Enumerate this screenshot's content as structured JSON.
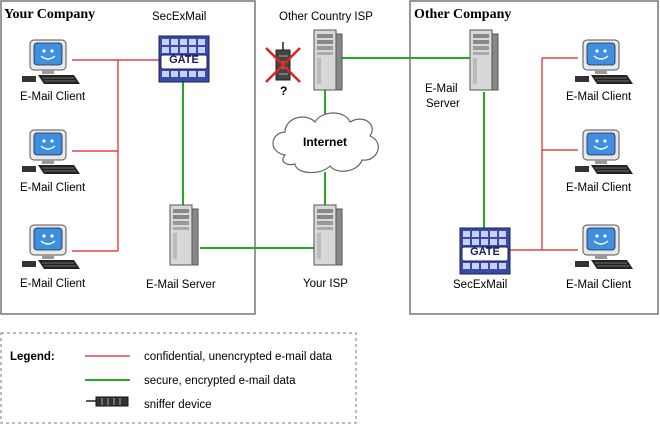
{
  "your_company": {
    "title": "Your Company",
    "clients": [
      "E-Mail Client",
      "E-Mail Client",
      "E-Mail Client"
    ],
    "gateway_label": "SecExMail",
    "server_label": "E-Mail Server"
  },
  "isp": {
    "other_country_label": "Other Country ISP",
    "unknown_mark": "?",
    "internet_label": "Internet",
    "your_isp_label": "Your ISP"
  },
  "other_company": {
    "title": "Other Company",
    "server_label_line1": "E-Mail",
    "server_label_line2": "Server",
    "gateway_label": "SecExMail",
    "clients": [
      "E-Mail Client",
      "E-Mail Client",
      "E-Mail Client"
    ]
  },
  "gate_text": "GATE",
  "legend": {
    "title": "Legend:",
    "red_line": "confidential, unencrypted e-mail data",
    "green_line": "secure, encrypted e-mail data",
    "sniffer": "sniffer device"
  },
  "colors": {
    "unencrypted": "#dd2222",
    "encrypted": "#22aa22",
    "frame": "#777777",
    "gate": "#3a4aa0"
  }
}
